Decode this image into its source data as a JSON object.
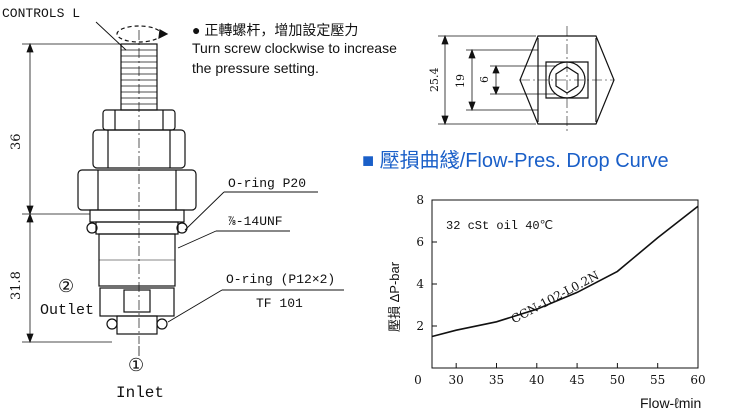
{
  "labels": {
    "controls": "CONTROLS L",
    "note_zh": "● 正轉螺杆，增加設定壓力",
    "note_en1": "Turn screw clockwise to increase",
    "note_en2": "the pressure setting.",
    "dim_36": "36",
    "dim_31_8": "31.8",
    "oring_p20": "O-ring P20",
    "unf": "⅞-14UNF",
    "oring_p12": "O-ring (P12×2)",
    "tf101": "TF 101",
    "port2_num": "②",
    "port2_name": "Outlet",
    "port1_num": "①",
    "port1_name": "Inlet",
    "dim_25_4": "25.4",
    "dim_19": "19",
    "dim_6": "6"
  },
  "chart_title": "■ 壓損曲綫/Flow-Pres. Drop Curve",
  "chart_data": {
    "type": "line",
    "title": "壓損曲綫/Flow-Pres. Drop Curve",
    "xlabel": "Flow-ℓmin",
    "ylabel": "壓損  ΔP-bar",
    "annotation": "32 cSt oil 40℃",
    "x_ticks": [
      0,
      30,
      35,
      40,
      45,
      50,
      55,
      60
    ],
    "y_ticks": [
      2,
      4,
      6,
      8
    ],
    "xlim": [
      27,
      60
    ],
    "ylim": [
      0,
      8
    ],
    "grid": false,
    "series": [
      {
        "name": "CCN-102-L0.2N",
        "x": [
          27,
          30,
          35,
          40,
          45,
          50,
          55,
          60
        ],
        "y": [
          1.5,
          1.8,
          2.2,
          2.8,
          3.6,
          4.6,
          6.2,
          7.7
        ]
      }
    ]
  }
}
